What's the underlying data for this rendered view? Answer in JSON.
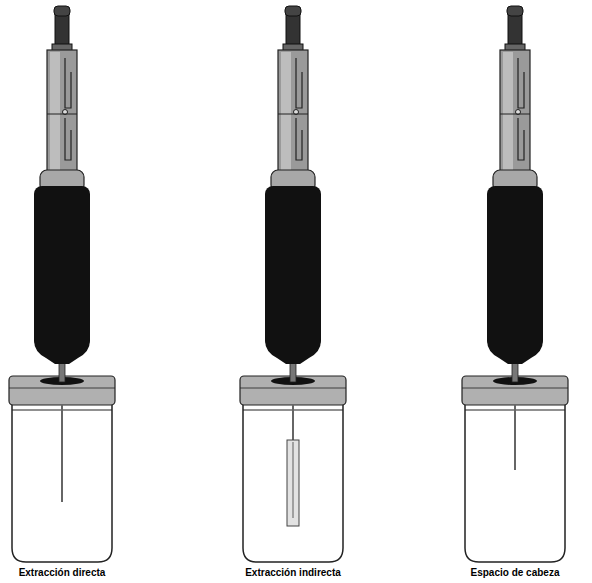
{
  "diagram": {
    "labels": [
      "Extracción directa",
      "Extracción indirecta",
      "Espacio de cabeza"
    ]
  }
}
